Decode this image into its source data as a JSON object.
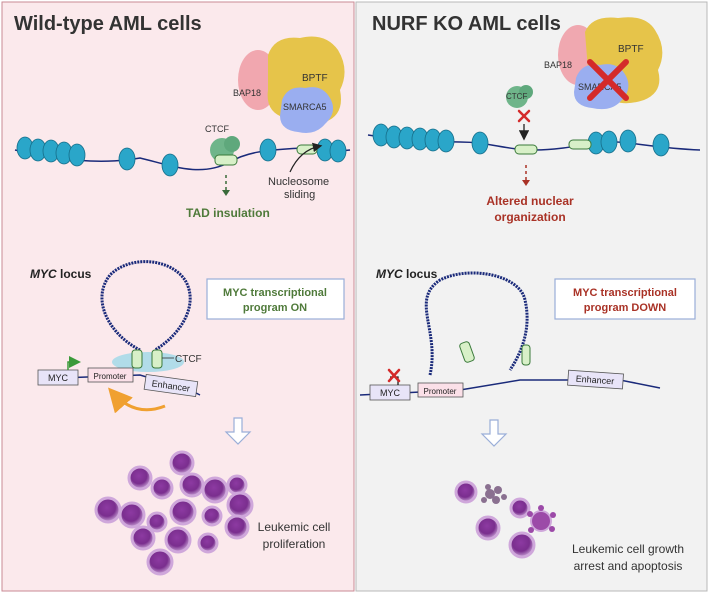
{
  "left_panel": {
    "title": "Wild-type AML cells",
    "proteins": {
      "bap18": "BAP18",
      "bptf": "BPTF",
      "smarca5": "SMARCA5",
      "ctcf": "CTCF"
    },
    "sliding_line1": "Nucleosome",
    "sliding_line2": "sliding",
    "tad_insulation": "TAD insulation",
    "locus_italic": "MYC",
    "locus_rest": " locus",
    "program_line1": "MYC transcriptional",
    "program_line2": "program  ON",
    "ctcf_label": "CTCF",
    "gene_myc": "MYC",
    "gene_promoter": "Promoter",
    "gene_enhancer": "Enhancer",
    "outcome_line1": "Leukemic cell",
    "outcome_line2": "proliferation"
  },
  "right_panel": {
    "title": "NURF KO AML cells",
    "proteins": {
      "bap18": "BAP18",
      "bptf": "BPTF",
      "smarca5": "SMARCA5",
      "ctcf": "CTCF"
    },
    "altered_line1": "Altered nuclear",
    "altered_line2": "organization",
    "locus_italic": "MYC",
    "locus_rest": " locus",
    "program_line1": "MYC transcriptional",
    "program_line2": "program  DOWN",
    "gene_myc": "MYC",
    "gene_promoter": "Promoter",
    "gene_enhancer": "Enhancer",
    "outcome_line1": "Leukemic cell growth",
    "outcome_line2": "arrest and apoptosis"
  },
  "colors": {
    "left_bg": "#fbe9ec",
    "right_bg": "#eeeeee",
    "nucleosome": "#2aa6c9",
    "dna": "#1a2a7a",
    "ctcf": "#6fb58a",
    "bap18": "#f0a0a8",
    "bptf": "#e6c44a",
    "smarca5": "#9aaef0",
    "green_text": "#4f7a3a",
    "red_text": "#a93226",
    "cell": "#7a2e8e"
  }
}
